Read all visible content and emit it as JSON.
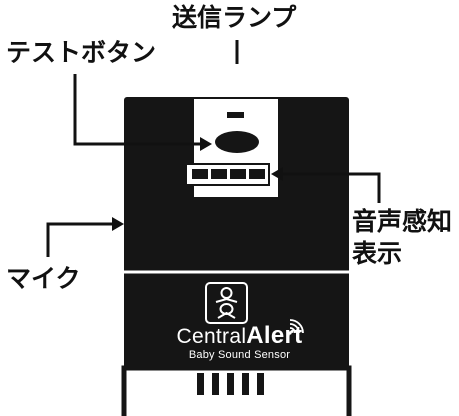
{
  "labels": {
    "send_lamp": "送信ランプ",
    "test_button": "テストボタン",
    "sound_detect_line1": "音声感知",
    "sound_detect_line2": "表示",
    "mic": "マイク"
  },
  "brand": {
    "name_part1": "Central",
    "name_part2": "Alert",
    "subtitle": "Baby Sound Sensor"
  },
  "icons": {
    "baby": "baby-icon",
    "wifi": "wifi-icon"
  },
  "colors": {
    "device_body": "#151515",
    "panel": "#ffffff",
    "line": "#111111"
  }
}
